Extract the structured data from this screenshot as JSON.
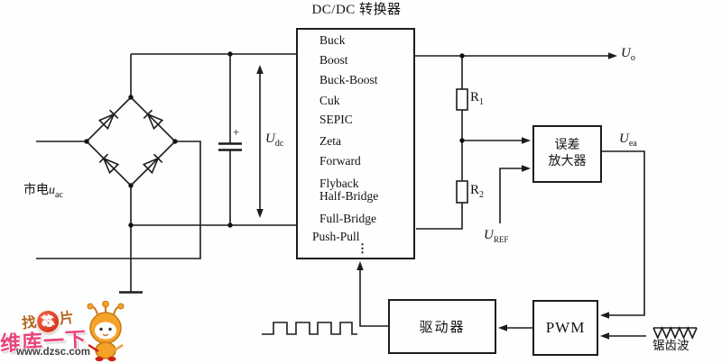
{
  "title": "DC/DC 转换器",
  "converter": {
    "items": [
      "Buck",
      "Boost",
      "Buck-Boost",
      "Cuk",
      "SEPIC",
      "Zeta",
      "Forward",
      "Flyback",
      "Half-Bridge",
      "Full-Bridge",
      "Push-Pull"
    ],
    "ellipsis": "⋮"
  },
  "blocks": {
    "error_amp_line1": "误差",
    "error_amp_line2": "放大器",
    "pwm": "PWM",
    "driver": "驱动器"
  },
  "labels": {
    "mains_cjk": "市电",
    "mains_base": "u",
    "mains_sub": "ac",
    "udc_base": "U",
    "udc_sub": "dc",
    "uo_base": "U",
    "uo_sub": "o",
    "uea_base": "U",
    "uea_sub": "ea",
    "uref_base": "U",
    "uref_sub": "REF",
    "r1_base": "R",
    "r1_sub": "1",
    "r2_base": "R",
    "r2_sub": "2",
    "cap_plus": "+",
    "sawtooth": "锯齿波"
  },
  "watermark": {
    "tag_left": "找",
    "tag_circle": "芯",
    "tag_right": "片",
    "brand": "维库一下",
    "url": "www.dzsc.com"
  },
  "colors": {
    "wire": "#1c1c1c",
    "brand_pink": "#e8457a",
    "mascot_orange": "#f5a229"
  }
}
